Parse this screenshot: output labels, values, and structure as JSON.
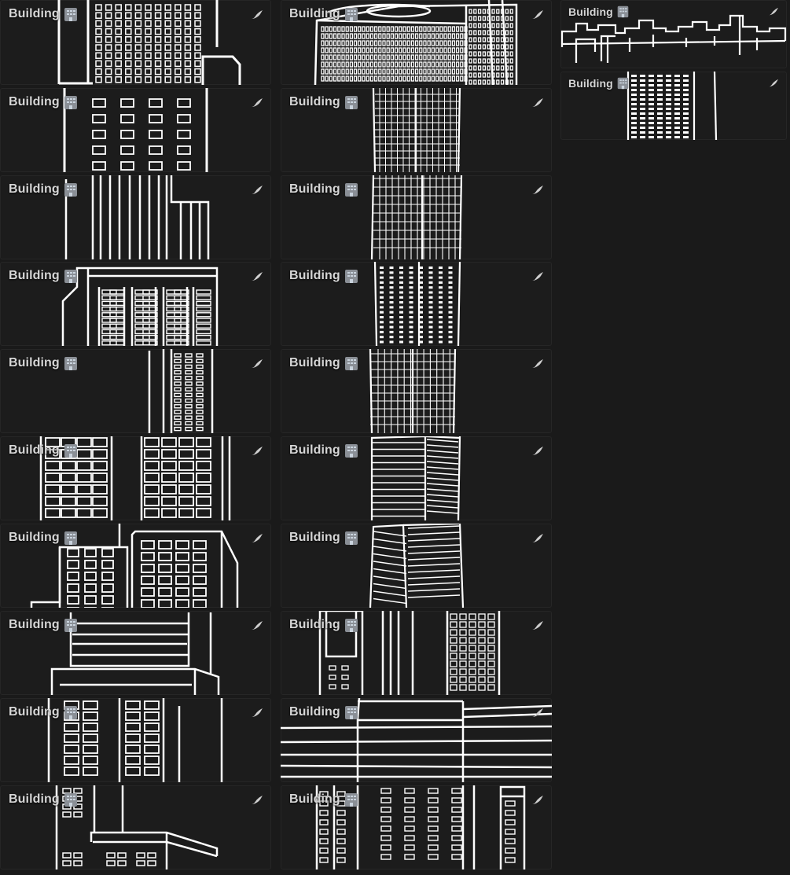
{
  "gallery": {
    "cards": [
      {
        "title": "Building",
        "emoji": "building-icon"
      },
      {
        "title": "Building",
        "emoji": "building-icon"
      },
      {
        "title": "Building",
        "emoji": "building-icon"
      },
      {
        "title": "Building",
        "emoji": "building-icon"
      },
      {
        "title": "Building",
        "emoji": "building-icon"
      },
      {
        "title": "Building",
        "emoji": "building-icon"
      },
      {
        "title": "Building",
        "emoji": "building-icon"
      },
      {
        "title": "Building",
        "emoji": "building-icon"
      },
      {
        "title": "Building",
        "emoji": "building-icon"
      },
      {
        "title": "Building",
        "emoji": "building-icon"
      },
      {
        "title": "Building",
        "emoji": "building-icon"
      },
      {
        "title": "Building",
        "emoji": "building-icon"
      },
      {
        "title": "Building",
        "emoji": "building-icon"
      },
      {
        "title": "Building",
        "emoji": "building-icon"
      },
      {
        "title": "Building",
        "emoji": "building-icon"
      },
      {
        "title": "Building",
        "emoji": "building-icon"
      },
      {
        "title": "Building",
        "emoji": "building-icon"
      },
      {
        "title": "Building",
        "emoji": "building-icon"
      },
      {
        "title": "Building",
        "emoji": "building-icon"
      },
      {
        "title": "Building",
        "emoji": "building-icon"
      },
      {
        "title": "Building",
        "emoji": "building-icon"
      },
      {
        "title": "Building",
        "emoji": "building-icon"
      }
    ]
  },
  "colors": {
    "background": "#1a1a1a",
    "card": "#1c1c1c",
    "stroke": "#ffffff",
    "label": "#d6d6d6"
  }
}
